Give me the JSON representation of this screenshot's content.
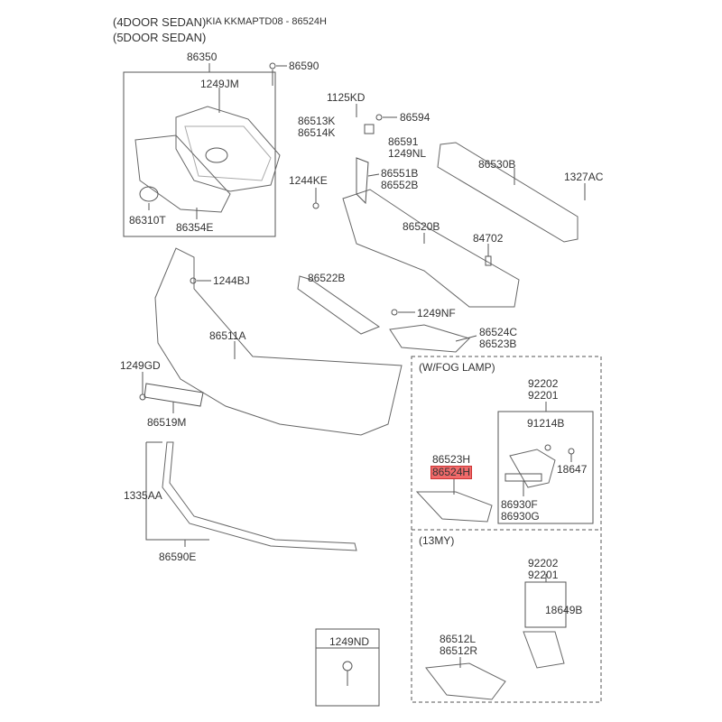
{
  "header": {
    "variant_1": "(4DOOR SEDAN)",
    "variant_2": "(5DOOR SEDAN)",
    "title": "KIA KKMAPTD08 - 86524H"
  },
  "parts": {
    "p86350": "86350",
    "p86590": "86590",
    "p1249JM": "1249JM",
    "p1125KD": "1125KD",
    "p86513K": "86513K",
    "p86514K": "86514K",
    "p86594": "86594",
    "p86591": "86591",
    "p1249NL": "1249NL",
    "p86530B": "86530B",
    "p1327AC": "1327AC",
    "p1244KE": "1244KE",
    "p86551B": "86551B",
    "p86552B": "86552B",
    "p86310T": "86310T",
    "p86354E": "86354E",
    "p86520B": "86520B",
    "p84702": "84702",
    "p1244BJ": "1244BJ",
    "p86522B": "86522B",
    "p1249NF": "1249NF",
    "p86524C": "86524C",
    "p86523B": "86523B",
    "p86511A": "86511A",
    "p1249GD": "1249GD",
    "p86519M": "86519M",
    "p1335AA": "1335AA",
    "p86590E": "86590E",
    "p1249ND": "1249ND"
  },
  "fog_lamp_section": {
    "title": "(W/FOG LAMP)",
    "p92202": "92202",
    "p92201": "92201",
    "p91214B": "91214B",
    "p18647": "18647",
    "p86523H": "86523H",
    "p86524H": "86524H",
    "p86930F": "86930F",
    "p86930G": "86930G",
    "highlight_color": "#f06a6a"
  },
  "my13_section": {
    "title": "(13MY)",
    "p92202": "92202",
    "p92201": "92201",
    "p18649B": "18649B",
    "p86512L": "86512L",
    "p86512R": "86512R"
  }
}
